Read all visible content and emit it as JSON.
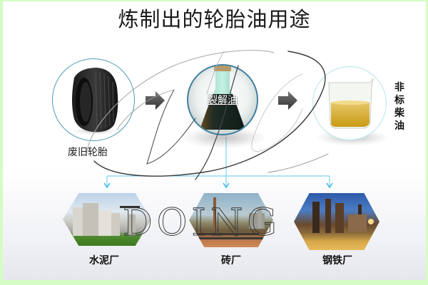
{
  "title": "炼制出的轮胎油用途",
  "colors": {
    "border_green": "#d4fcc4",
    "connector_blue": "#5ecbf0",
    "arrow_gray": "#555555",
    "circle_tire_border": "#4f9bb5",
    "circle_flask_border": "#3f7fa0",
    "circle_beaker_border": "#b7e4ea"
  },
  "process": {
    "step1": {
      "label": "废旧轮胎",
      "icon": "tire-image"
    },
    "step2": {
      "label": "裂解油",
      "icon": "pyrolysis-oil-flask-image"
    },
    "step3": {
      "label": "非标柴油",
      "icon": "diesel-beaker-image"
    }
  },
  "applications": [
    {
      "label": "水泥厂",
      "icon": "cement-plant-image"
    },
    {
      "label": "砖厂",
      "icon": "brick-factory-image"
    },
    {
      "label": "钢铁厂",
      "icon": "steel-mill-image"
    }
  ],
  "watermark": {
    "text": "DOING"
  }
}
